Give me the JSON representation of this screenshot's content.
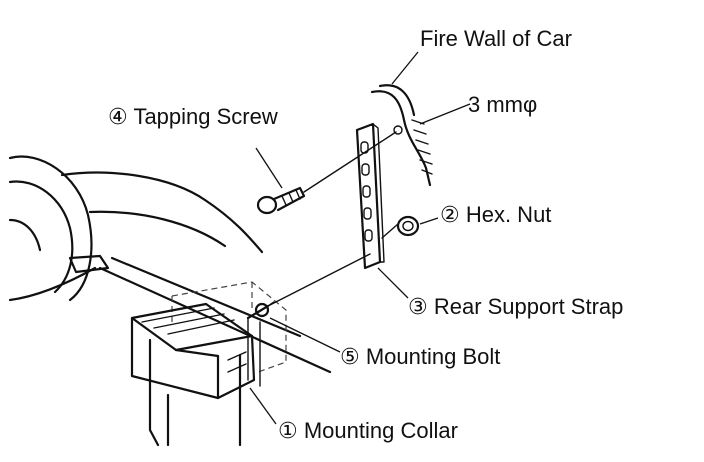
{
  "labels": {
    "fire_wall": "Fire Wall of Car",
    "wire_size": "3 mmφ",
    "tapping_screw": "④ Tapping Screw",
    "hex_nut": "② Hex. Nut",
    "rear_support_strap": "③ Rear Support Strap",
    "mounting_bolt": "⑤ Mounting Bolt",
    "mounting_collar": "① Mounting Collar"
  }
}
